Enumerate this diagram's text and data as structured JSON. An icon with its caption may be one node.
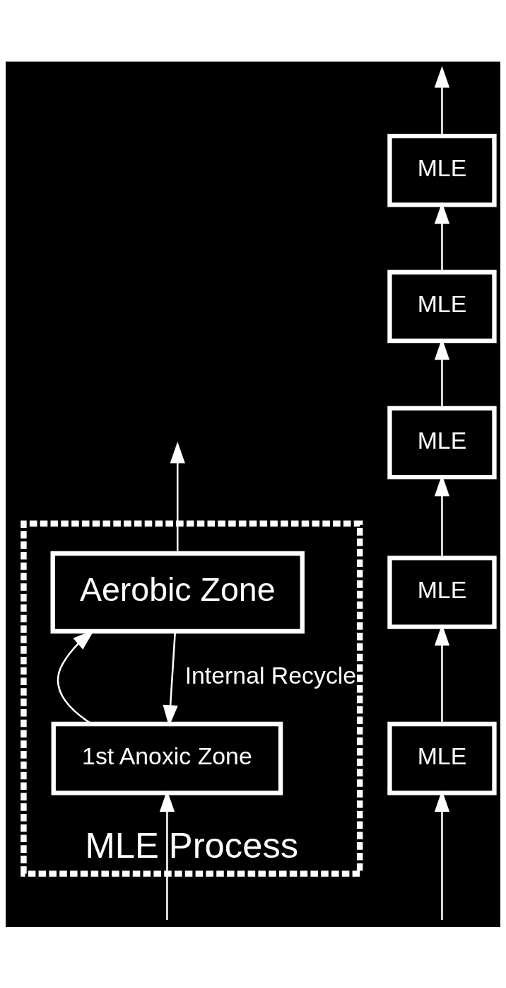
{
  "diagram": {
    "nodes": [
      {
        "text": [
          "MLE Process"
        ]
      },
      {
        "text": [
          "1st Anoxic Zone"
        ],
        "in": 0
      },
      {
        "text": [
          "Aerobic Zone"
        ],
        "in": 0
      },
      {
        "text": [
          "MLE"
        ]
      },
      {
        "text": [
          "MLE"
        ]
      },
      {
        "text": [
          "MLE"
        ]
      },
      {
        "text": [
          "MLE"
        ]
      },
      {
        "text": [
          "MLE"
        ]
      }
    ],
    "edges": [
      {
        "from": null,
        "to": 1,
        "arrow": "to"
      },
      {
        "from": 1,
        "to": 2,
        "arrow": "to"
      },
      {
        "from": 2,
        "to": null,
        "arrow": "to"
      },
      {
        "from": 2,
        "to": 1,
        "arrow": "to",
        "label": "Internal Recycle"
      },
      {
        "from": null,
        "to": 3,
        "arrow": "to"
      },
      {
        "from": 3,
        "to": 4,
        "arrow": "to"
      },
      {
        "from": 4,
        "to": 5,
        "arrow": "to"
      },
      {
        "from": 5,
        "to": 6,
        "arrow": "to"
      },
      {
        "from": 6,
        "to": 7,
        "arrow": "to"
      },
      {
        "from": 7,
        "to": null,
        "arrow": "to"
      }
    ]
  }
}
